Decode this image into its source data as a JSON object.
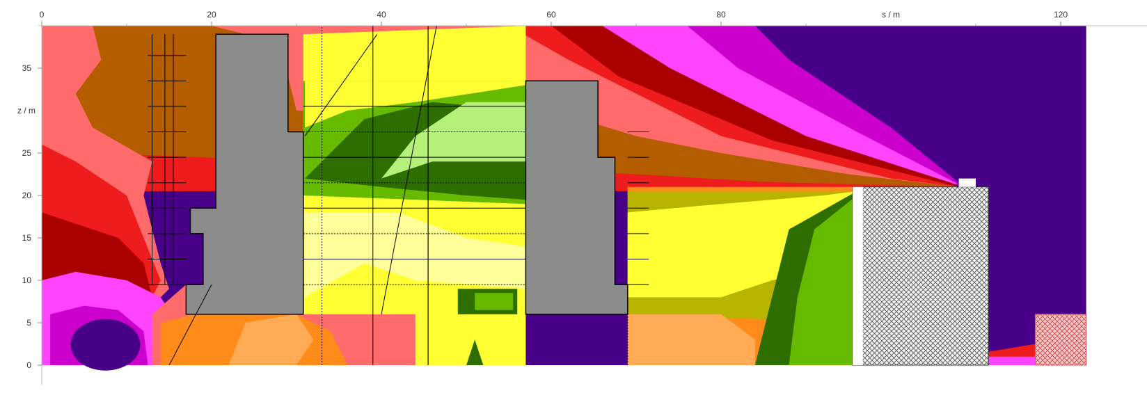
{
  "chart_data": {
    "type": "heatmap",
    "x_unit": "s / m",
    "y_unit": "z / m",
    "x_ticks": [
      0,
      20,
      40,
      60,
      80,
      120
    ],
    "y_ticks": [
      0,
      5,
      10,
      15,
      20,
      25,
      35
    ],
    "xlim": [
      0,
      123
    ],
    "ylim": [
      0,
      40
    ],
    "grid": false,
    "colors": {
      "purple": "#480088",
      "magenta": "#cc00cc",
      "pink": "#ff44ff",
      "darkred": "#aa0000",
      "red": "#ee1c1c",
      "salmon": "#ff6a6a",
      "brown": "#b35c00",
      "orange": "#ff8c1a",
      "lightorange": "#ffaa55",
      "olive": "#b8b400",
      "yellow": "#ffff33",
      "paleyellow": "#ffff99",
      "lightgreen": "#b4f07a",
      "green": "#66bb00",
      "darkgreen": "#2e6e00",
      "building": "#8c8c8c"
    },
    "buildings": [
      {
        "name": "building-left",
        "outline": [
          [
            17,
            6
          ],
          [
            30.8,
            6
          ],
          [
            30.8,
            27.5
          ],
          [
            29,
            27.5
          ],
          [
            29,
            39
          ],
          [
            20.5,
            39
          ],
          [
            20.5,
            18.5
          ],
          [
            17.5,
            18.5
          ],
          [
            17.5,
            15.5
          ],
          [
            19,
            15.5
          ],
          [
            19,
            9.5
          ],
          [
            17,
            9.5
          ]
        ]
      },
      {
        "name": "building-right",
        "outline": [
          [
            57,
            6
          ],
          [
            69,
            6
          ],
          [
            69,
            9.5
          ],
          [
            67.5,
            9.5
          ],
          [
            67.5,
            24.5
          ],
          [
            65.5,
            24.5
          ],
          [
            65.5,
            33.5
          ],
          [
            57,
            33.5
          ]
        ]
      }
    ],
    "hatched_blocks": [
      {
        "name": "hatched-block-main",
        "x": [
          95.5,
          111.5
        ],
        "z": [
          0,
          21
        ]
      },
      {
        "name": "hatched-block-small",
        "x": [
          117,
          123
        ],
        "z": [
          0,
          6
        ]
      }
    ]
  }
}
